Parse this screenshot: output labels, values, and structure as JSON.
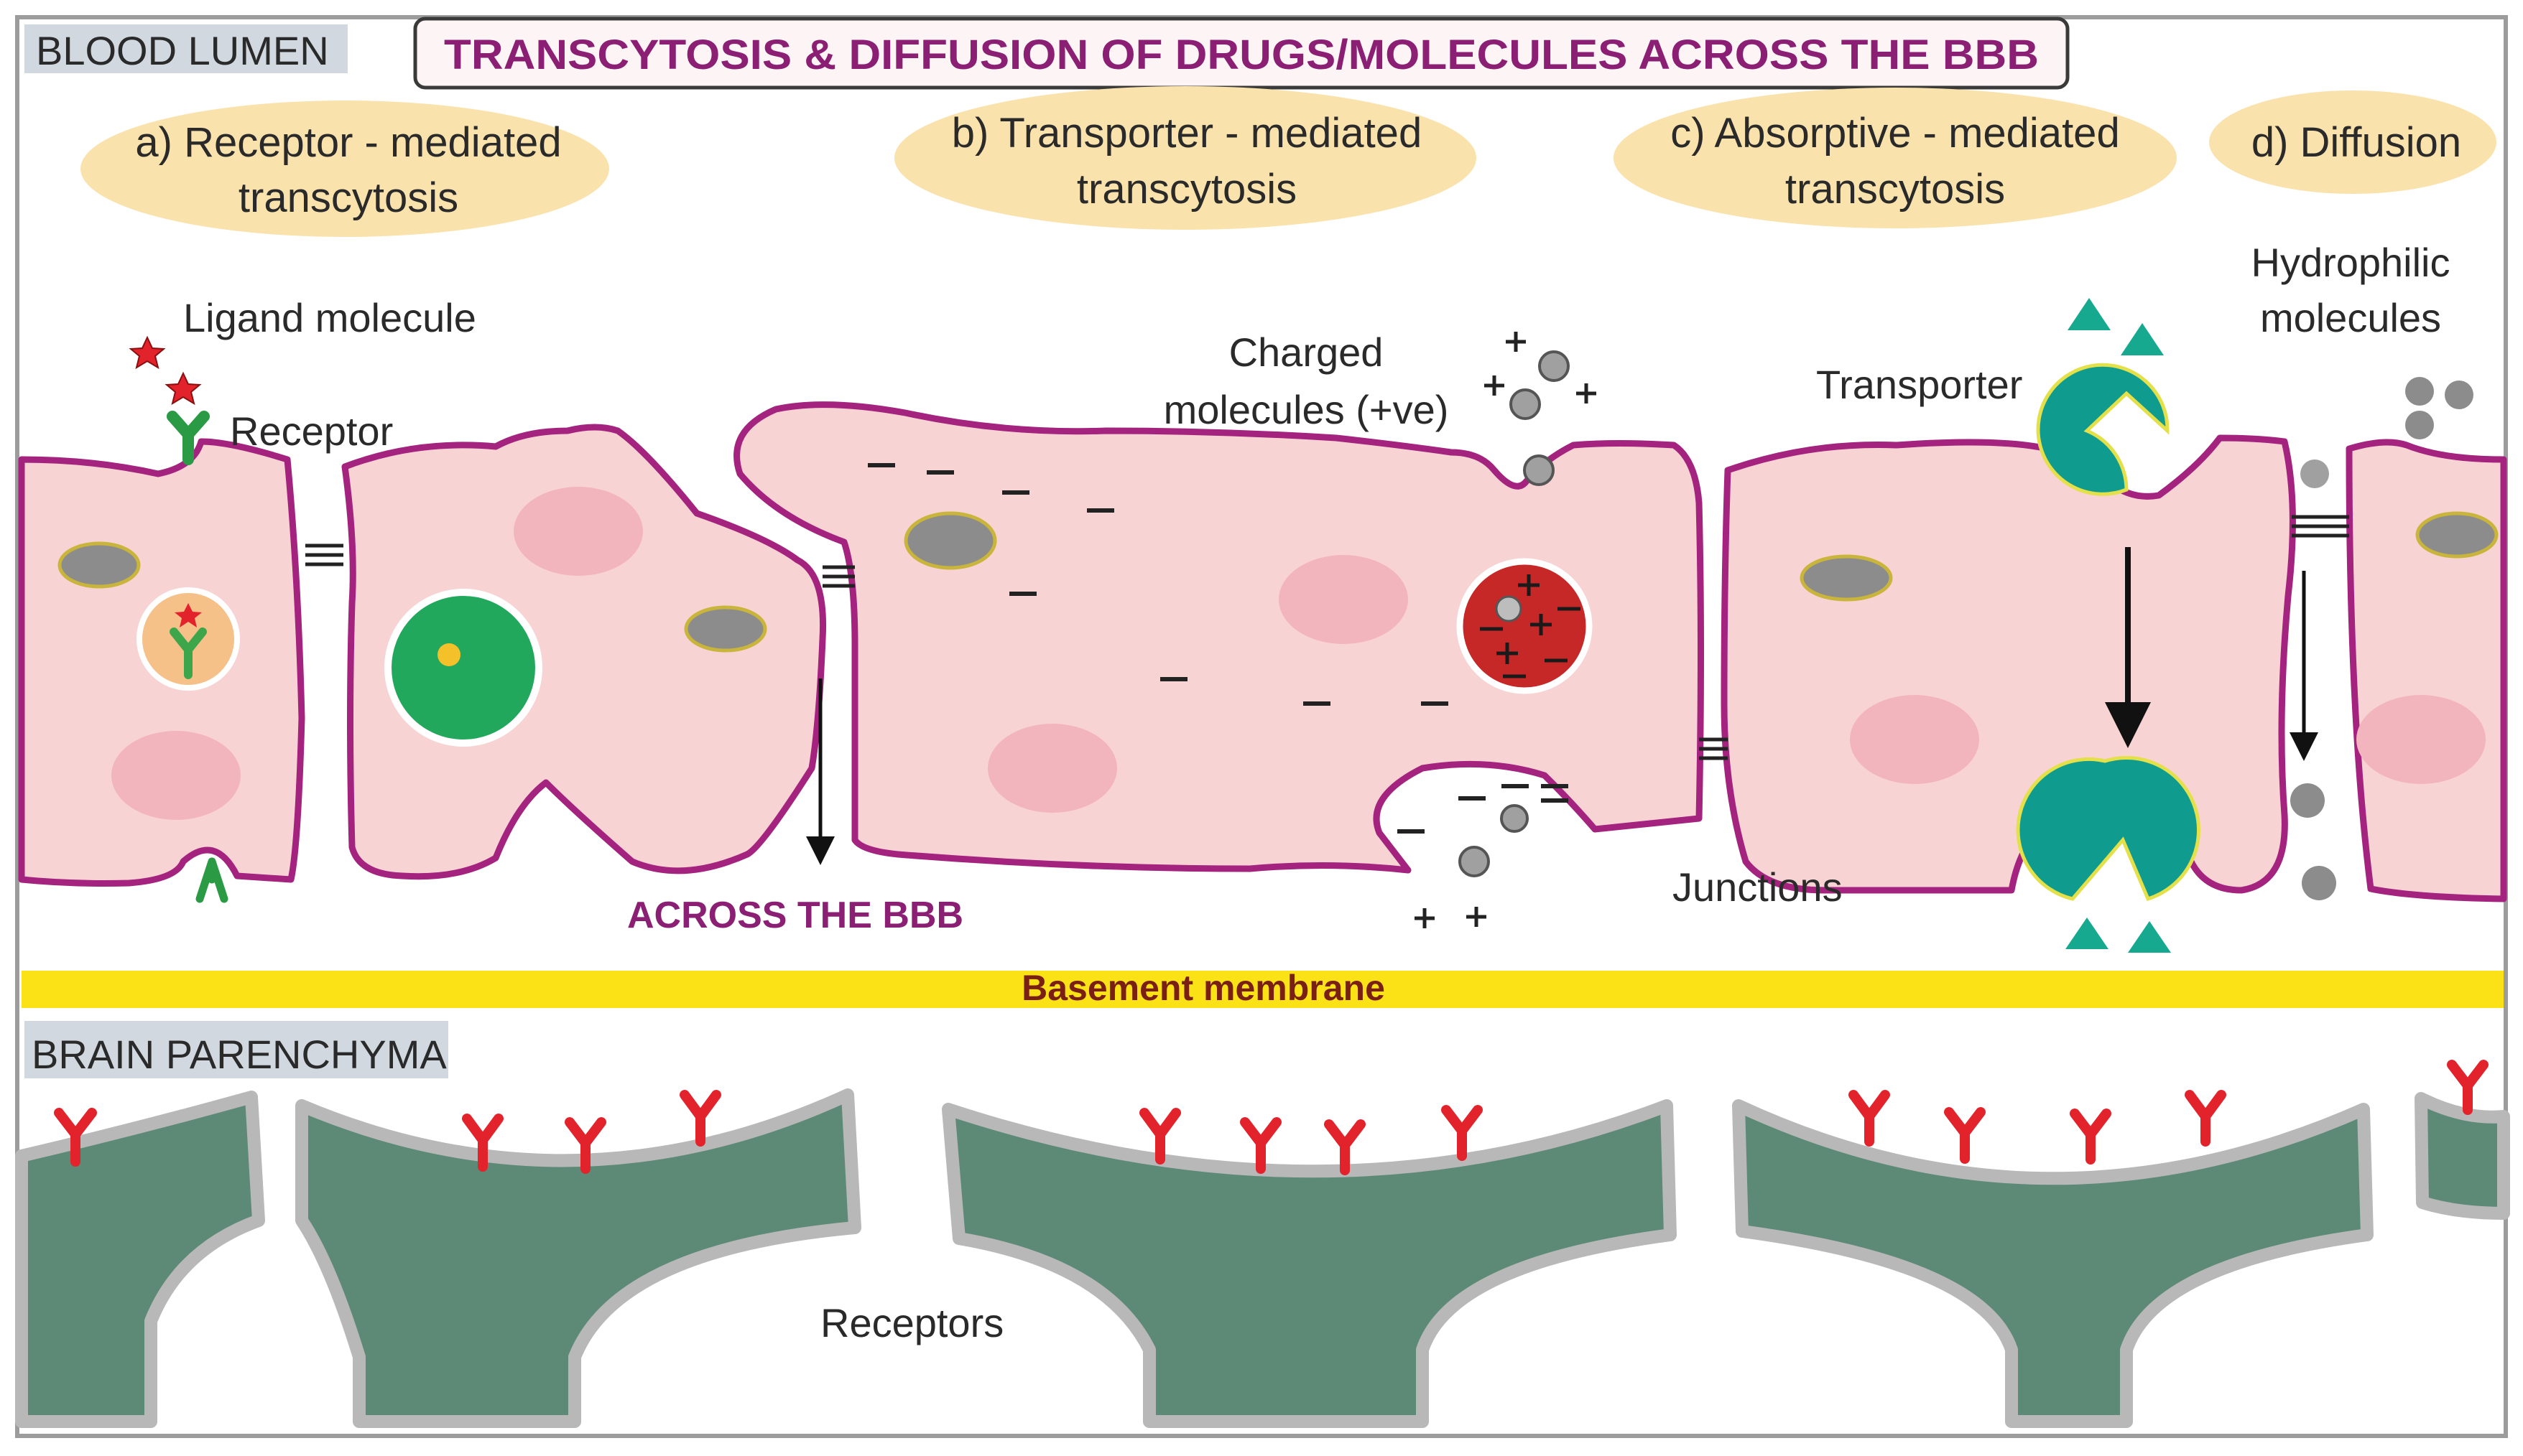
{
  "title": "TRANSCYTOSIS & DIFFUSION OF DRUGS/MOLECULES ACROSS THE BBB",
  "regions": {
    "blood_lumen": "BLOOD LUMEN",
    "brain_parenchyma": "BRAIN PARENCHYMA",
    "basement_membrane": "Basement membrane"
  },
  "mechanisms": {
    "a": {
      "line1": "a) Receptor - mediated",
      "line2": "transcytosis"
    },
    "b": {
      "line1": "b) Transporter - mediated",
      "line2": "transcytosis"
    },
    "c": {
      "line1": "c) Absorptive - mediated",
      "line2": "transcytosis"
    },
    "d": {
      "line1": "d) Diffusion"
    }
  },
  "labels": {
    "ligand_molecule": "Ligand molecule",
    "receptor": "Receptor",
    "charged_line1": "Charged",
    "charged_line2": "molecules (+ve)",
    "transporter": "Transporter",
    "hydrophilic_line1": "Hydrophilic",
    "hydrophilic_line2": "molecules",
    "across_bbb": "ACROSS THE BBB",
    "junctions": "Junctions",
    "receptors": "Receptors"
  },
  "colors": {
    "cell_fill": "#f8d3d3",
    "cell_border": "#a3237f",
    "nucleus": "#8c8c8c",
    "pink_spot": "#f2b4bd",
    "bubble": "#f9e2ab",
    "membrane": "#fbe216",
    "astrocyte": "#5d8a76",
    "astrocyte_edge": "#b8b8b8",
    "red_receptor": "#e3232b",
    "teal_transporter": "#0f9c8e",
    "green_vesicle": "#21a85c",
    "title_text": "#8a1f74",
    "region_box": "#d1d8e0"
  }
}
